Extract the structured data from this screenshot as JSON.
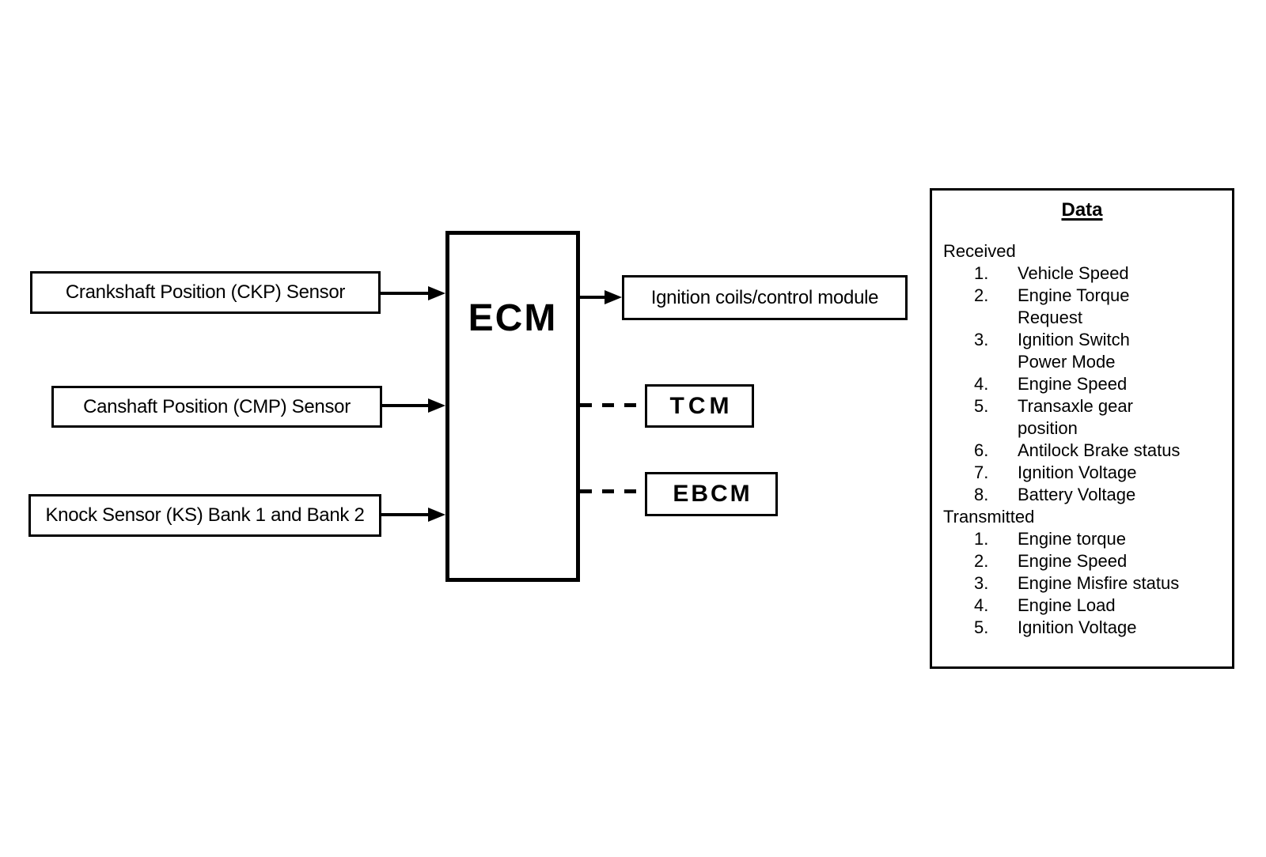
{
  "diagram": {
    "inputs": [
      {
        "label": "Crankshaft Position (CKP) Sensor"
      },
      {
        "label": "Canshaft Position (CMP) Sensor"
      },
      {
        "label": "Knock Sensor (KS) Bank 1 and Bank 2"
      }
    ],
    "ecm_label": "ECM",
    "outputs": {
      "ignition_label": "Ignition coils/control module",
      "tcm_label": "TCM",
      "ebcm_label": "EBCM"
    },
    "colors": {
      "line": "#000000",
      "background": "#ffffff"
    },
    "data_panel": {
      "title": "Data",
      "received_label": "Received",
      "received_items": [
        "Vehicle Speed",
        "Engine Torque\nRequest",
        "Ignition Switch\nPower Mode",
        "Engine Speed",
        "Transaxle gear\nposition",
        "Antilock Brake status",
        "Ignition Voltage",
        "Battery Voltage"
      ],
      "transmitted_label": "Transmitted",
      "transmitted_items": [
        "Engine torque",
        "Engine Speed",
        "Engine Misfire status",
        "Engine Load",
        "Ignition Voltage"
      ]
    }
  }
}
